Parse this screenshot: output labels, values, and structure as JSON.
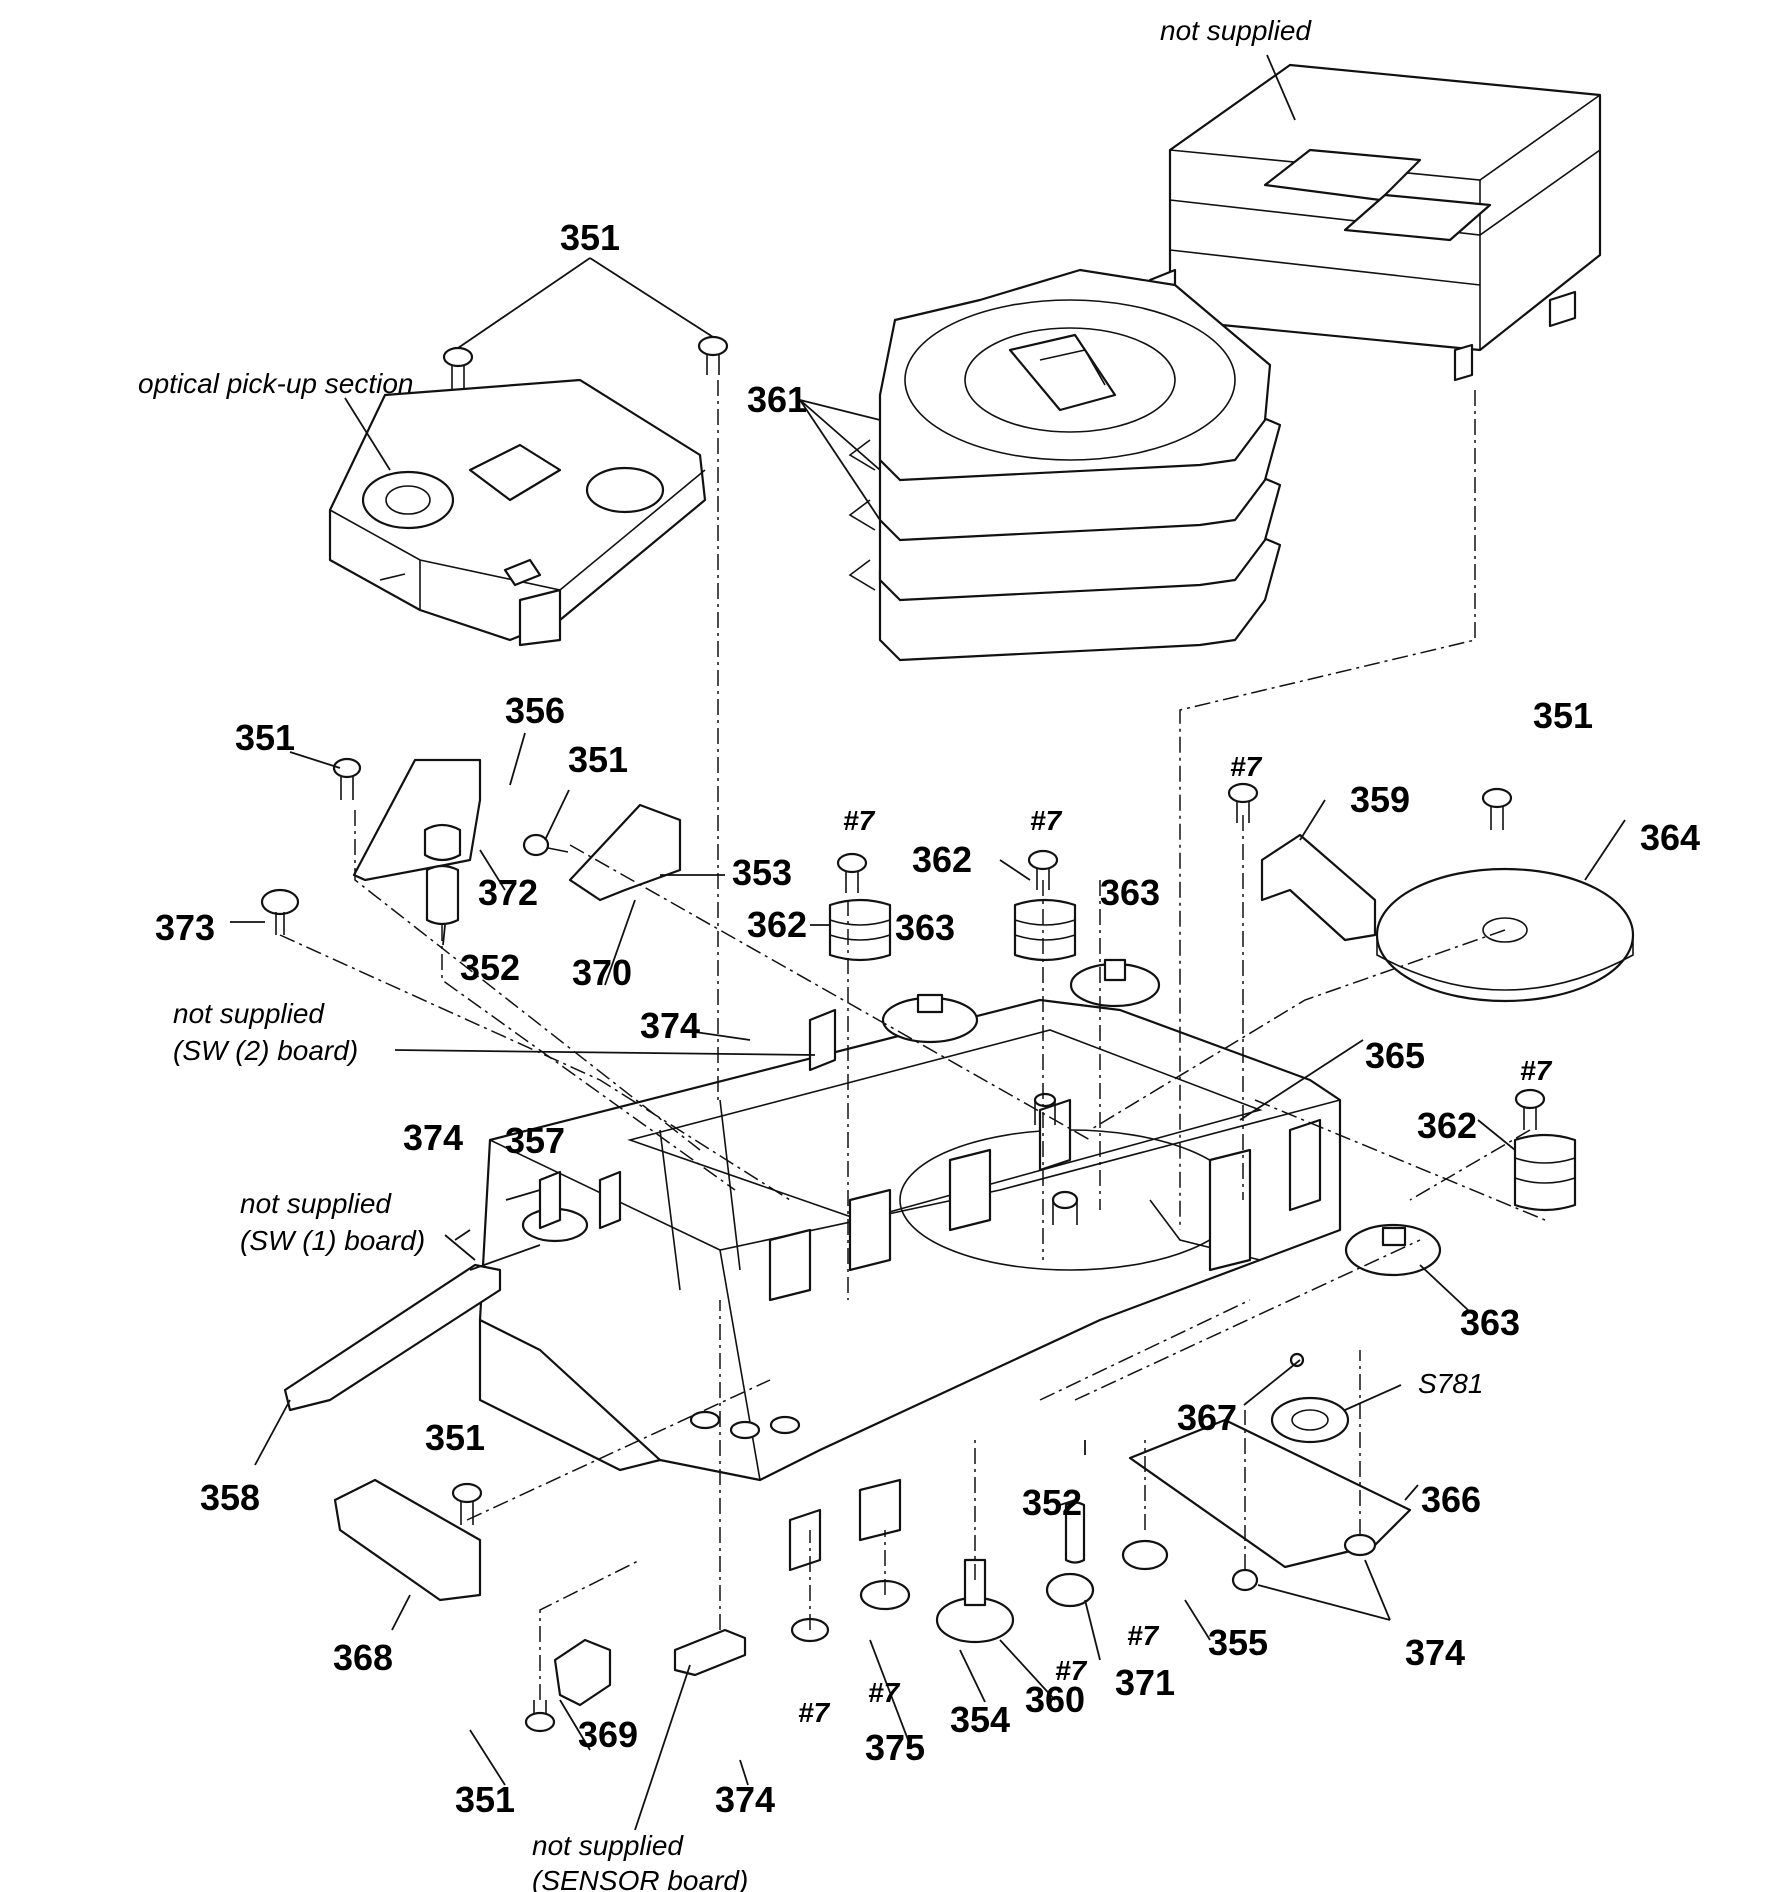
{
  "notes": {
    "not_supplied_top": "not supplied",
    "optical_pickup": "optical pick-up section",
    "sw2_line1": "not supplied",
    "sw2_line2": "(SW (2) board)",
    "sw1_line1": "not supplied",
    "sw1_line2": "(SW (1) board)",
    "sensor_line1": "not supplied",
    "sensor_line2": "(SENSOR board)",
    "s781": "S781"
  },
  "callouts": {
    "c351_top": "351",
    "c351_left": "351",
    "c351_mid": "351",
    "c351_right": "351",
    "c351_lower": "351",
    "c351_bottom": "351",
    "c352_upper": "352",
    "c352_lower": "352",
    "c353": "353",
    "c354": "354",
    "c355": "355",
    "c356": "356",
    "c357": "357",
    "c358": "358",
    "c359": "359",
    "c360": "360",
    "c361": "361",
    "c362_a": "362",
    "c362_b": "362",
    "c362_c": "362",
    "c363_a": "363",
    "c363_b": "363",
    "c363_c": "363",
    "c364": "364",
    "c365": "365",
    "c366": "366",
    "c367": "367",
    "c368": "368",
    "c369": "369",
    "c370": "370",
    "c371": "371",
    "c372": "372",
    "c373": "373",
    "c374_a": "374",
    "c374_b": "374",
    "c374_c": "374",
    "c374_d": "374",
    "c375": "375",
    "h7_a": "#7",
    "h7_b": "#7",
    "h7_c": "#7",
    "h7_d": "#7",
    "h7_e": "#7",
    "h7_f": "#7",
    "h7_g": "#7",
    "h7_h": "#7"
  }
}
